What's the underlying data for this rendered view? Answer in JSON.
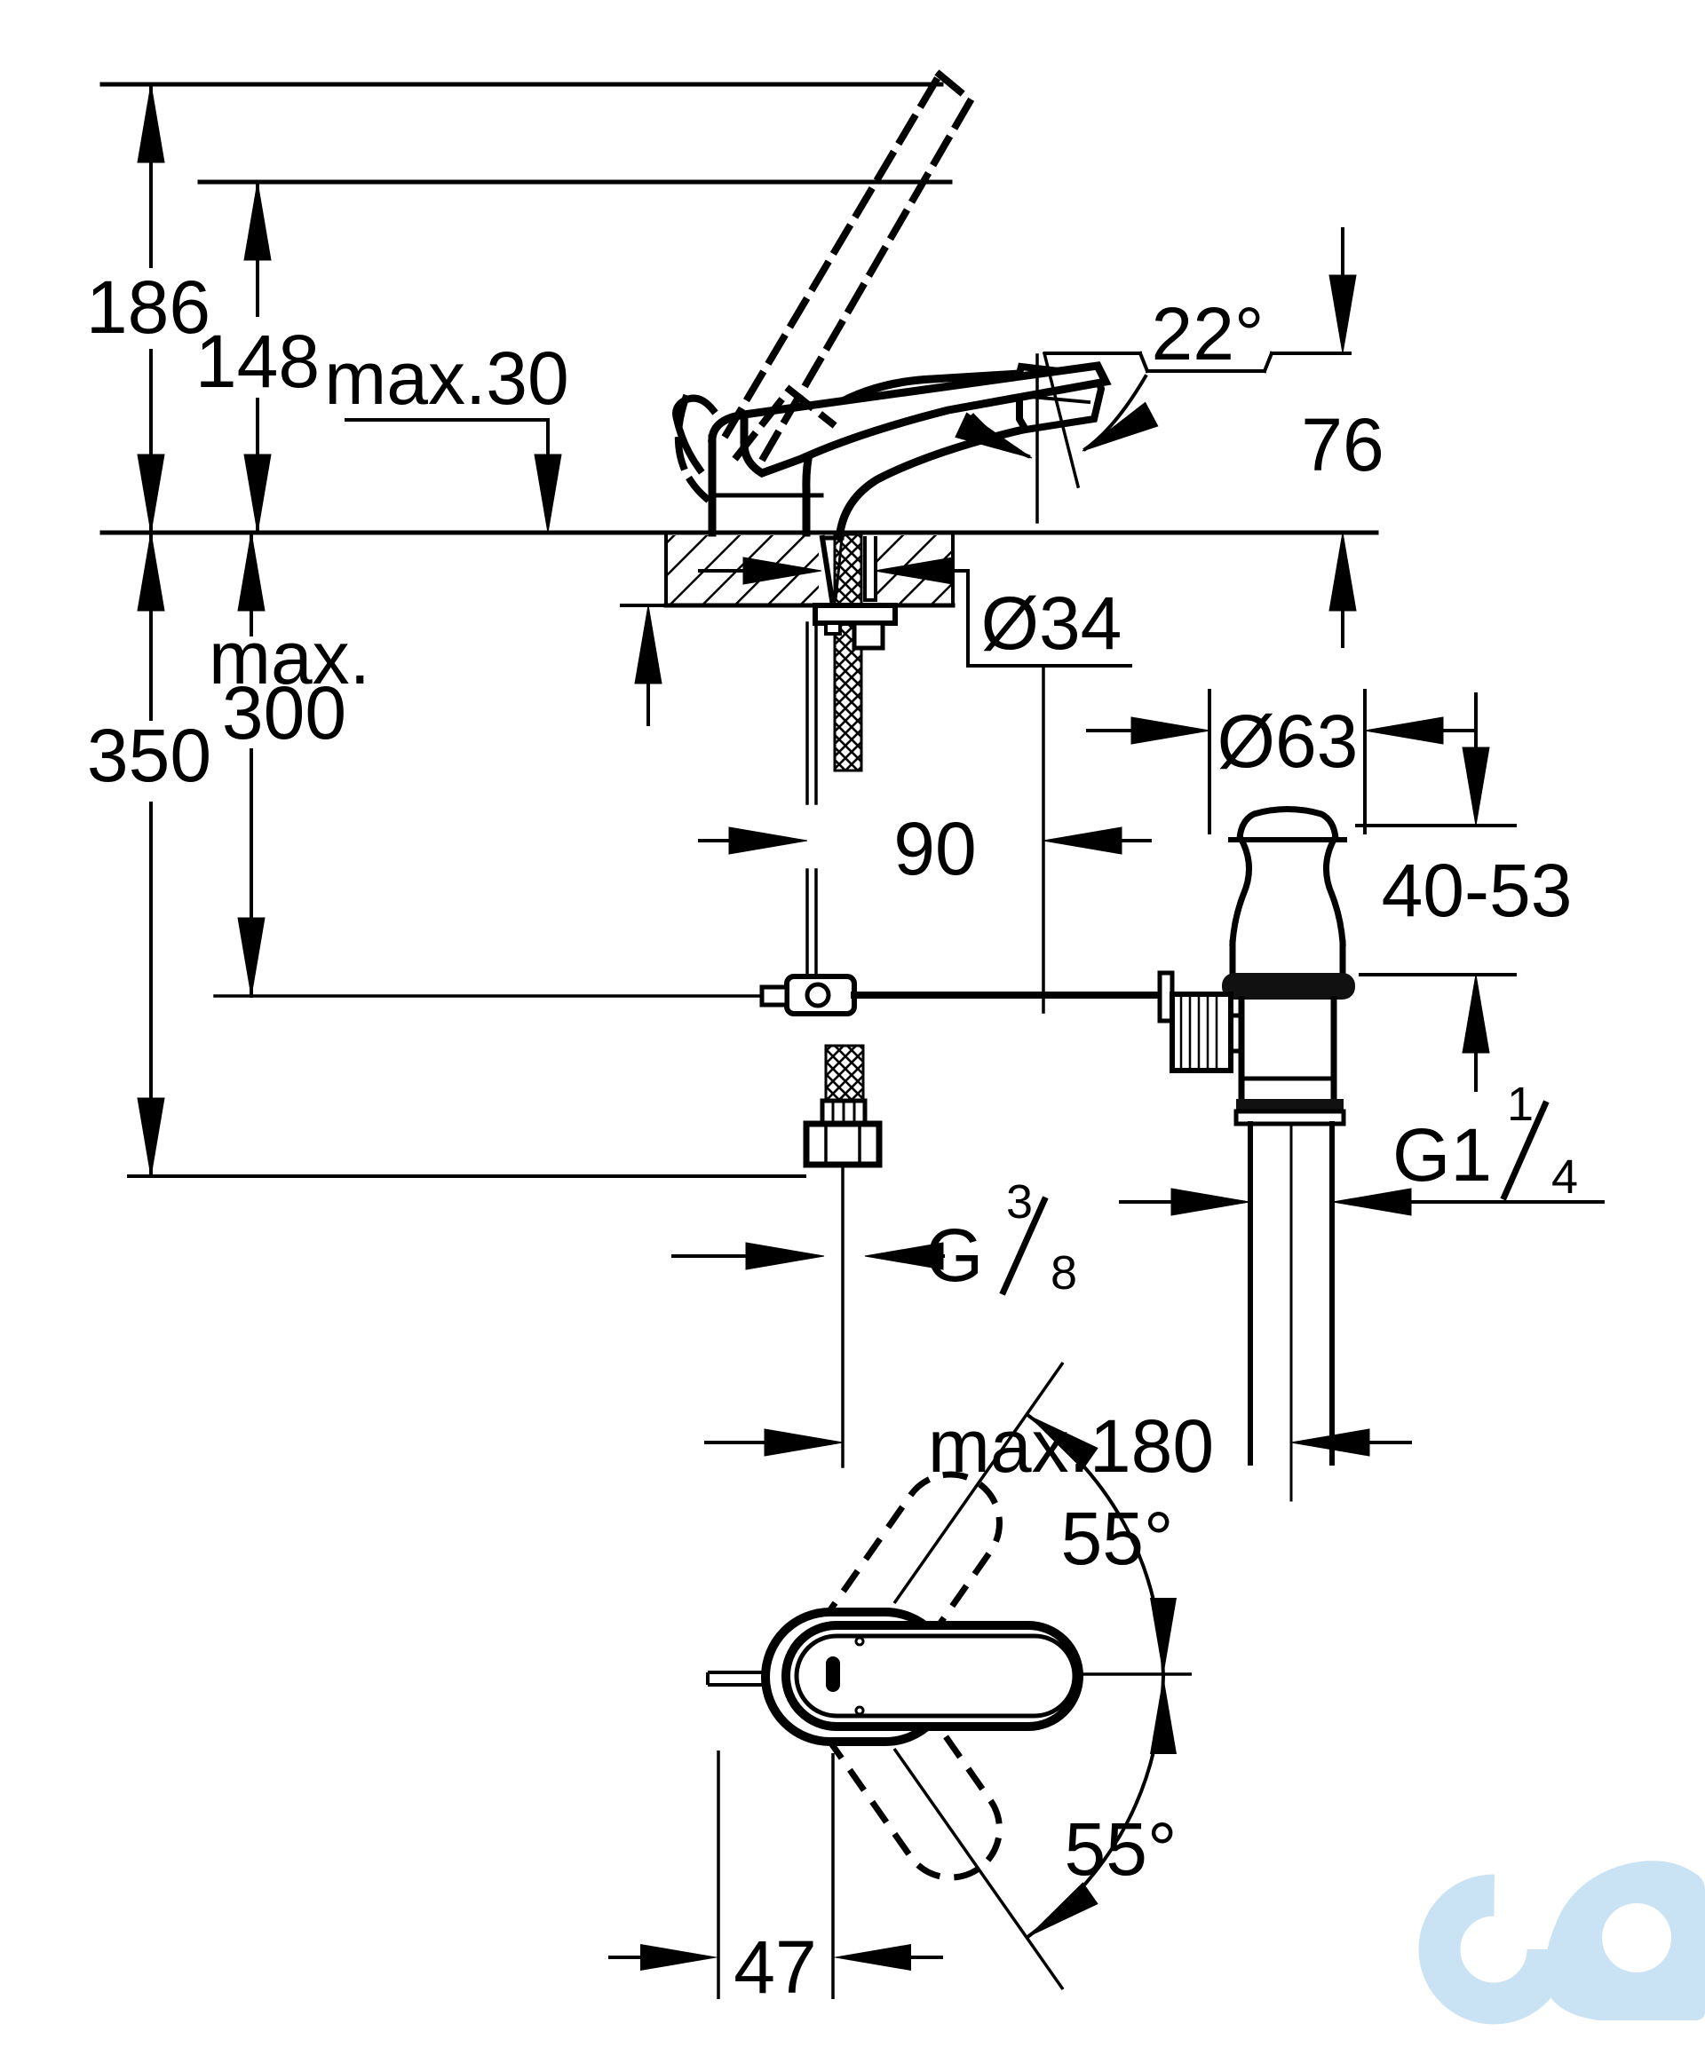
{
  "page": {
    "background": "#ffffff",
    "line_color": "#000000",
    "logo_color": "#c9e3f5"
  },
  "drawing": {
    "type": "technical-dimension-drawing",
    "subject": "single-lever basin mixer with pop-up waste, side elevation and plan view",
    "labels": {
      "total_height": "186",
      "spout_height_ref": "148",
      "deck_thickness": "max.30",
      "spout_angle": "22°",
      "outlet_height": "76",
      "hole_diameter": "Ø34",
      "hose_reach_line1": "max.",
      "hose_reach_line2": "300",
      "install_depth": "350",
      "rod_offset": "90",
      "waste_flange_diameter": "Ø63",
      "clamping_range": "40-53",
      "waste_thread_base": "G1",
      "waste_thread_num": "1",
      "waste_thread_den": "4",
      "supply_thread_base": "G",
      "supply_thread_num": "3",
      "supply_thread_den": "8",
      "projection": "max.180",
      "swivel_angle_top": "55°",
      "swivel_angle_bottom": "55°",
      "handle_width": "47"
    }
  }
}
